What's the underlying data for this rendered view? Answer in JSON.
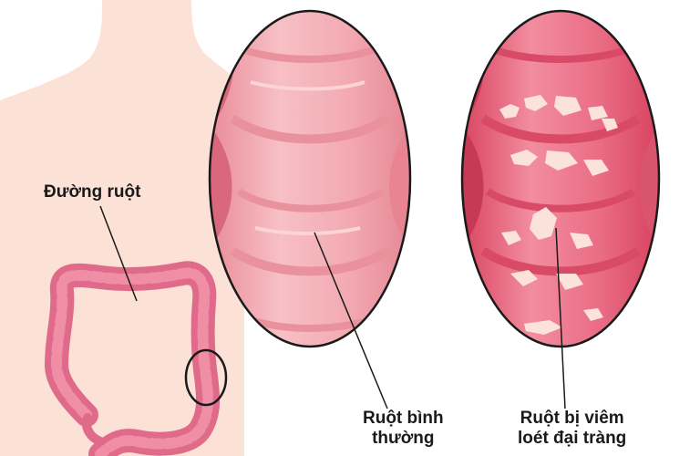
{
  "labels": {
    "colon": "Đường ruột",
    "normal_line1": "Ruột bình",
    "normal_line2": "thường",
    "colitis_line1": "Ruột bị viêm",
    "colitis_line2": "loét đại tràng"
  },
  "colors": {
    "body_skin": "#fbe1d6",
    "background": "#ffffff",
    "colon_outer": "#e06a8a",
    "colon_inner": "#f08ea6",
    "normal_wall": "#f2a1ad",
    "normal_lumen": "#f6b6bd",
    "inflamed_wall": "#e0506e",
    "inflamed_lumen": "#f07a8e",
    "ulcer": "#fbe2da",
    "ellipse_stroke": "#1a1a1a",
    "leader_line": "#1a1a1a"
  }
}
